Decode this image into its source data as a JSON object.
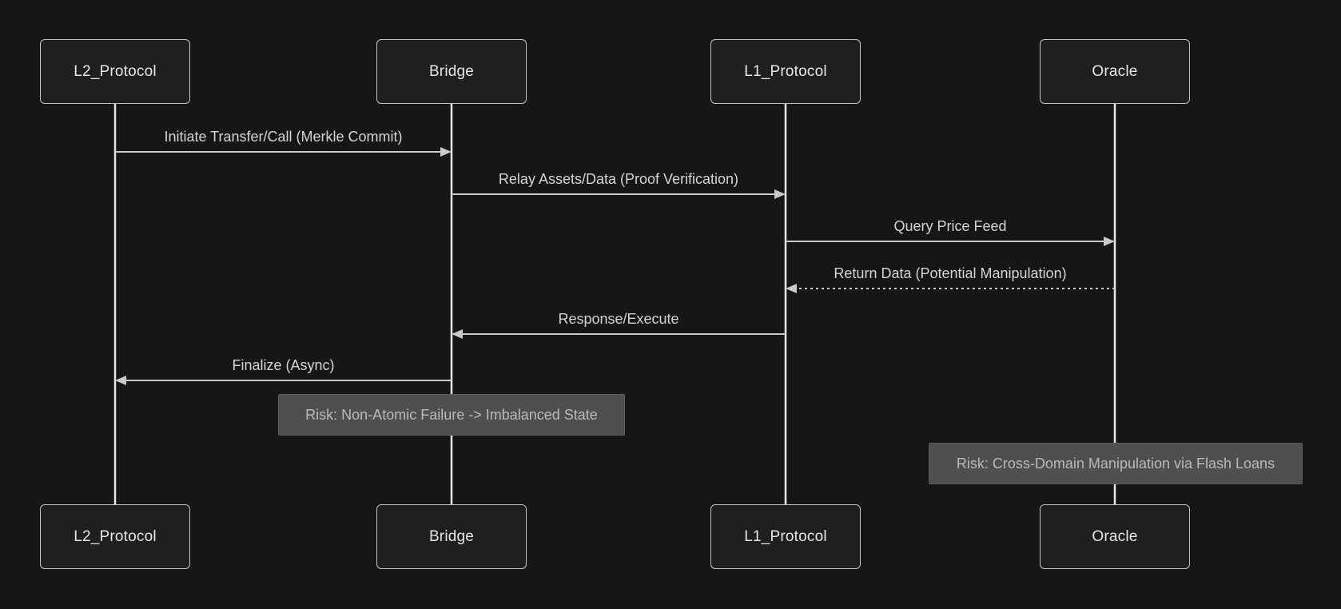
{
  "diagram": {
    "kind": "sequence-diagram",
    "theme": "dark"
  },
  "actors": [
    {
      "name": "L2_Protocol"
    },
    {
      "name": "Bridge"
    },
    {
      "name": "L1_Protocol"
    },
    {
      "name": "Oracle"
    }
  ],
  "messages": [
    {
      "from": "L2_Protocol",
      "to": "Bridge",
      "label": "Initiate Transfer/Call (Merkle Commit)",
      "line": "solid",
      "direction": "right"
    },
    {
      "from": "Bridge",
      "to": "L1_Protocol",
      "label": "Relay Assets/Data (Proof Verification)",
      "line": "solid",
      "direction": "right"
    },
    {
      "from": "L1_Protocol",
      "to": "Oracle",
      "label": "Query Price Feed",
      "line": "solid",
      "direction": "right"
    },
    {
      "from": "Oracle",
      "to": "L1_Protocol",
      "label": "Return Data (Potential Manipulation)",
      "line": "dotted",
      "direction": "left"
    },
    {
      "from": "L1_Protocol",
      "to": "Bridge",
      "label": "Response/Execute",
      "line": "solid",
      "direction": "left"
    },
    {
      "from": "Bridge",
      "to": "L2_Protocol",
      "label": "Finalize (Async)",
      "line": "solid",
      "direction": "left"
    }
  ],
  "notes": [
    {
      "over": "Bridge",
      "label": "Risk: Non-Atomic Failure -> Imbalanced State"
    },
    {
      "over": "Oracle",
      "label": "Risk: Cross-Domain Manipulation via Flash Loans"
    }
  ],
  "colors": {
    "background": "#161616",
    "actor_fill": "#1e1f1f",
    "actor_border": "#c4c4c4",
    "actor_text": "#e6e6e6",
    "lifeline": "#e6e6e6",
    "message_line": "#c9c9c9",
    "message_text": "#d4d4d4",
    "note_fill": "#4f4f4f",
    "note_text": "#b9b9b9"
  }
}
